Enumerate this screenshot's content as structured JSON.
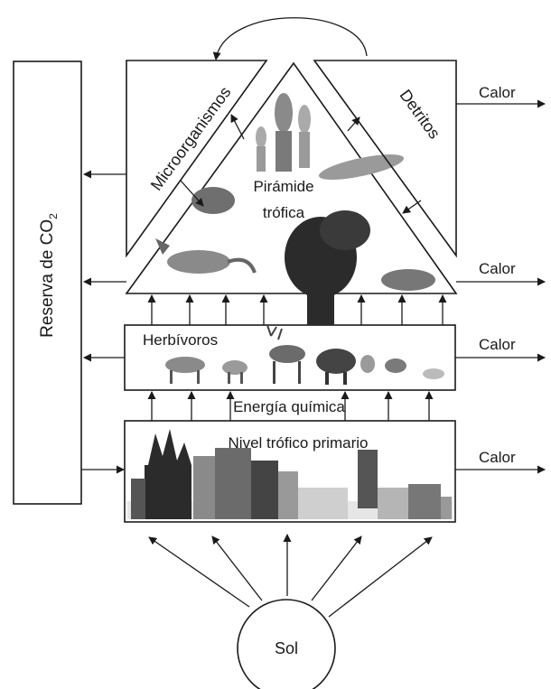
{
  "diagram": {
    "sun": {
      "label": "Sol"
    },
    "co2_reserve": {
      "label_main": "Reserva de CO",
      "label_sub": "2"
    },
    "primary_level": {
      "label": "Nivel trófico primario"
    },
    "chemical_energy": {
      "label": "Energía química"
    },
    "herbivores": {
      "label": "Herbívoros"
    },
    "pyramid": {
      "label_line1": "Pirámide",
      "label_line2": "trófica"
    },
    "microorganisms": {
      "label": "Microorganismos"
    },
    "detritus": {
      "label": "Detritos"
    },
    "heat_labels": [
      "Calor",
      "Calor",
      "Calor",
      "Calor"
    ]
  },
  "colors": {
    "ink": "#1a1a1a",
    "shade_dark": "#2b2b2b",
    "shade_mid": "#777777",
    "shade_light": "#b5b5b5"
  }
}
